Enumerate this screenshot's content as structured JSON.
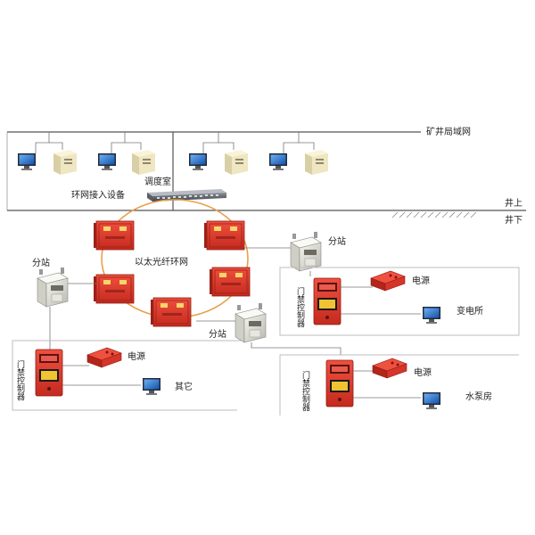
{
  "labels": {
    "mine_lan": "矿井局域网",
    "dispatch_room": "调度室",
    "ring_access_device": "环网接入设备",
    "above_ground": "井上",
    "below_ground": "井下",
    "ethernet_fiber_ring": "以太光纤环网",
    "substation": "分站",
    "power_supply": "电源",
    "access_controller": "门禁控制器",
    "transformer_station": "变电所",
    "pump_room": "水泵房",
    "other": "其它"
  },
  "colors": {
    "red_device": "#e0362a",
    "red_dark": "#b3241b",
    "ring_orange": "#e8a04a",
    "line_gray": "#7d7d7d",
    "box_gray": "#bfbfbf",
    "monitor_blue": "#1e6fd0",
    "pc_beige": "#efe6c2",
    "controller_screen": "#f1c232"
  },
  "icons": [
    "monitor-icon",
    "pc-tower-icon",
    "network-switch-icon",
    "explosion-proof-cabinet-icon",
    "substation-box-icon",
    "power-supply-icon",
    "access-controller-icon"
  ]
}
